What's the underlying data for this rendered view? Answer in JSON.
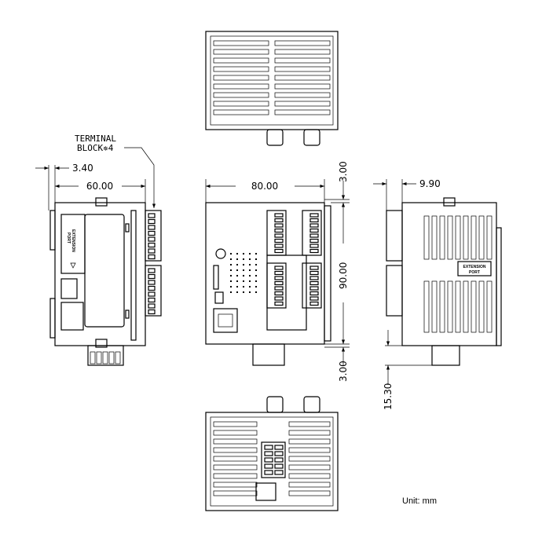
{
  "drawing": {
    "terminal_label_line1": "TERMINAL",
    "terminal_label_line2": "BLOCK✵4",
    "dimensions": {
      "left_offset": "3.40",
      "left_width": "60.00",
      "front_width": "80.00",
      "front_height": "90.00",
      "top_margin": "3.00",
      "bottom_margin": "3.00",
      "right_offset": "9.90",
      "connector_depth": "15.30"
    },
    "extension_port_line1": "EXTENSION",
    "extension_port_line2": "PORT",
    "unit": "Unit: mm"
  }
}
